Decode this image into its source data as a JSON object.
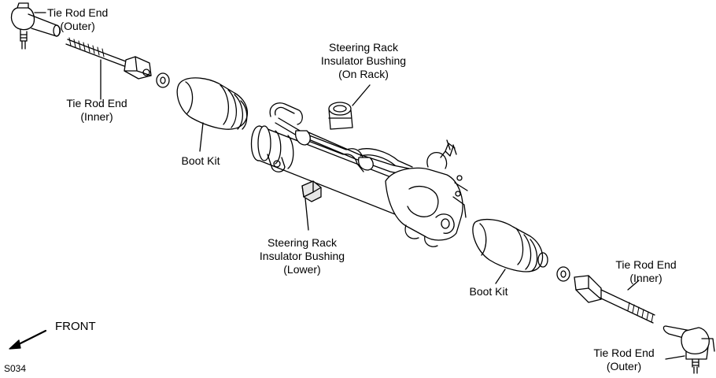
{
  "labels": {
    "tie_rod_end_outer_left": [
      "Tie Rod End",
      "(Outer)"
    ],
    "tie_rod_end_inner_left": [
      "Tie Rod End",
      "(Inner)"
    ],
    "boot_kit_left": "Boot Kit",
    "insulator_bushing_on_rack": [
      "Steering Rack",
      "Insulator Bushing",
      "(On Rack)"
    ],
    "insulator_bushing_lower": [
      "Steering Rack",
      "Insulator Bushing",
      "(Lower)"
    ],
    "boot_kit_right": "Boot Kit",
    "tie_rod_end_inner_right": [
      "Tie Rod End",
      "(Inner)"
    ],
    "tie_rod_end_outer_right": [
      "Tie Rod End",
      "(Outer)"
    ]
  },
  "direction_label": "FRONT",
  "figure_code": "S034",
  "colors": {
    "line": "#000000",
    "fill": "#ffffff",
    "shade": "#e6e6e6"
  }
}
